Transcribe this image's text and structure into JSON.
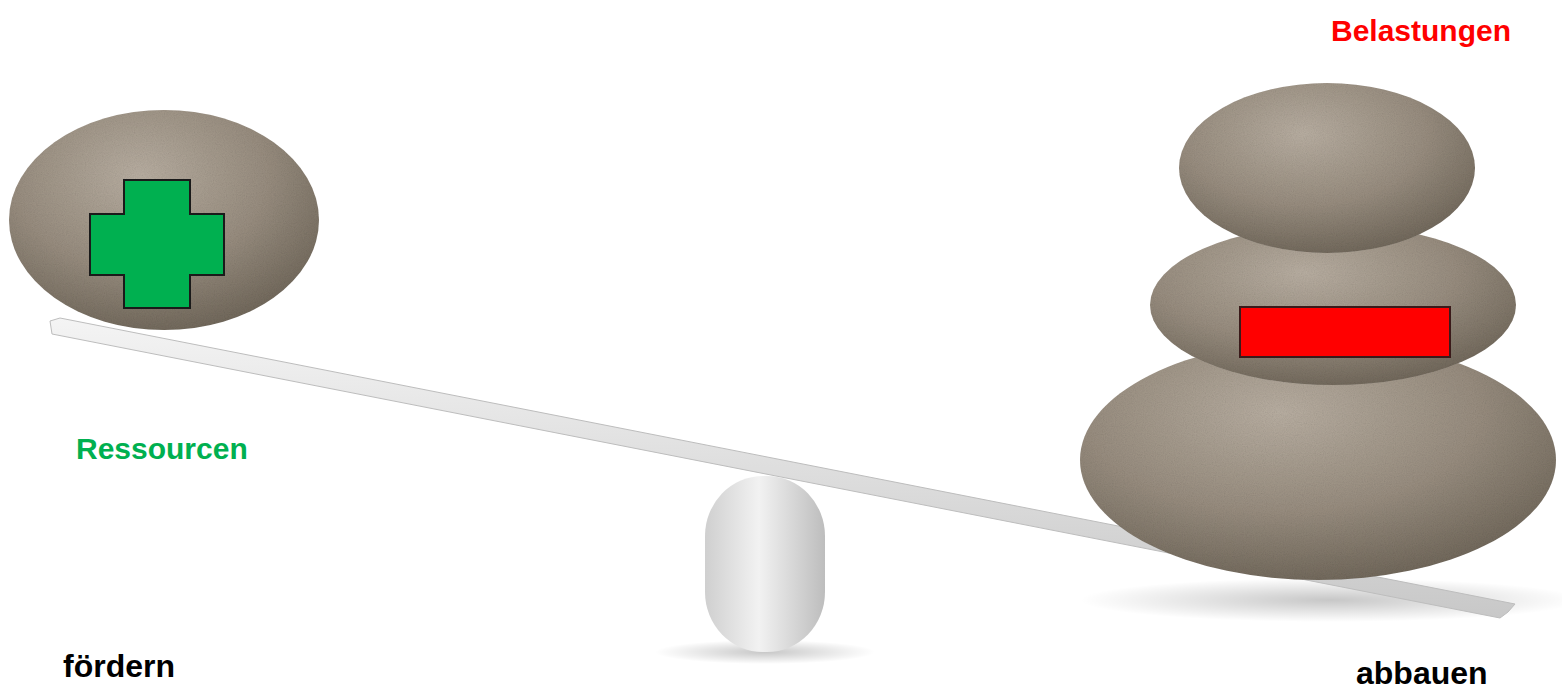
{
  "diagram": {
    "labels": [
      "Belastungen",
      "Ressourcen",
      "fördern",
      "abbauen"
    ]
  }
}
